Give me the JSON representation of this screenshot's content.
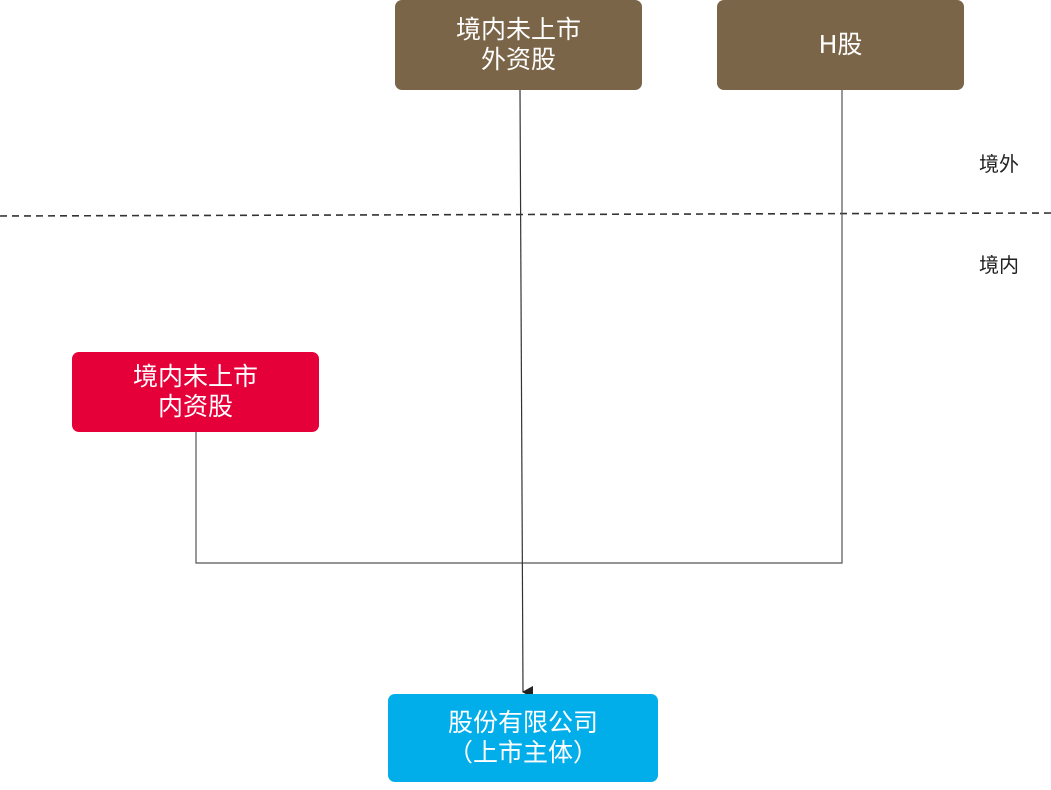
{
  "nodes": {
    "offshore_unlisted_foreign": {
      "line1": "境内未上市",
      "line2": "外资股",
      "color": "#7b6548"
    },
    "h_share": {
      "label": "H股",
      "color": "#7b6548"
    },
    "domestic_unlisted": {
      "line1": "境内未上市",
      "line2": "内资股",
      "color": "#e6003a"
    },
    "company": {
      "line1": "股份有限公司",
      "line2": "（上市主体）",
      "color": "#02aeea"
    }
  },
  "zones": {
    "offshore": "境外",
    "onshore": "境内"
  }
}
